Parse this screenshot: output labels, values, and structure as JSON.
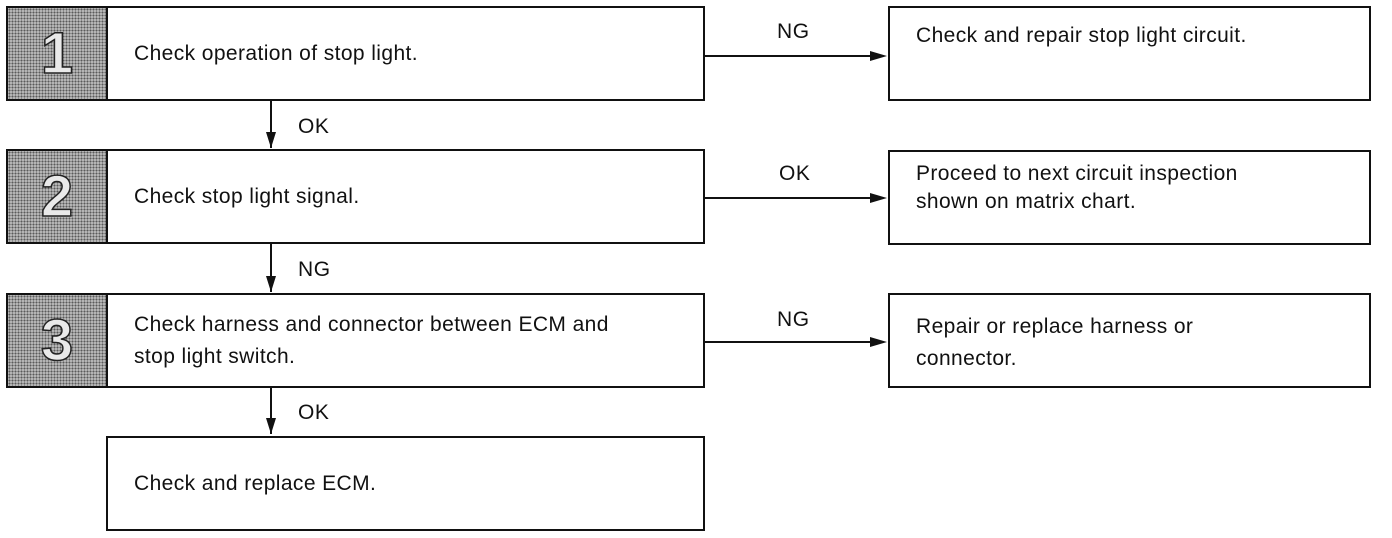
{
  "steps": [
    {
      "number": "1",
      "text": "Check operation of stop light.",
      "branch_label": "NG",
      "branch_result": "Check and repair stop light circuit.",
      "continue_label": "OK"
    },
    {
      "number": "2",
      "text": "Check stop light signal.",
      "branch_label": "OK",
      "branch_result": "Proceed to next circuit inspection\nshown on matrix chart.",
      "continue_label": "NG"
    },
    {
      "number": "3",
      "text": "Check harness and connector between ECM and\nstop light switch.",
      "branch_label": "NG",
      "branch_result": "Repair or replace harness or\nconnector.",
      "continue_label": "OK"
    }
  ],
  "final_step": {
    "text": "Check and replace ECM."
  }
}
